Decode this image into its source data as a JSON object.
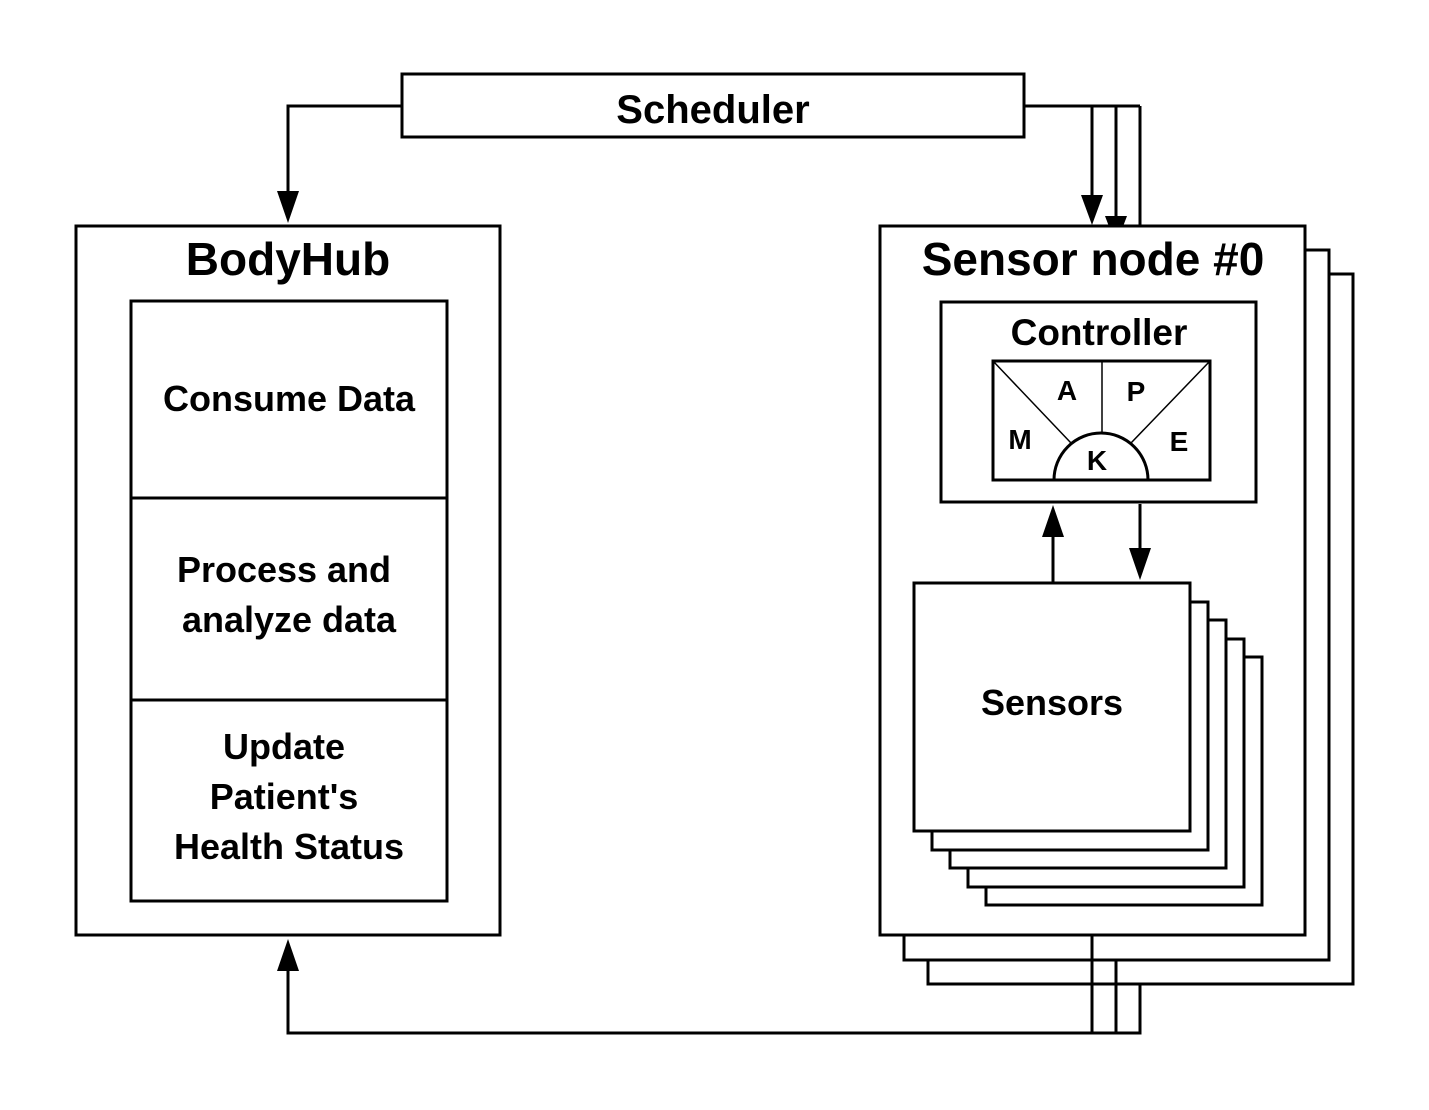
{
  "scheduler": {
    "label": "Scheduler"
  },
  "bodyhub": {
    "title": "BodyHub",
    "steps": [
      {
        "lines": [
          "Consume Data"
        ]
      },
      {
        "lines": [
          "Process and",
          "analyze data"
        ]
      },
      {
        "lines": [
          "Update",
          "Patient's",
          "Health Status"
        ]
      }
    ]
  },
  "sensor_node": {
    "title": "Sensor node #0",
    "controller": {
      "title": "Controller",
      "mapek": {
        "monitor": "M",
        "analyze": "A",
        "plan": "P",
        "execute": "E",
        "knowledge": "K"
      }
    },
    "sensors": {
      "label": "Sensors"
    }
  },
  "colors": {
    "stroke": "#000000",
    "fill": "#ffffff",
    "text": "#000000"
  }
}
